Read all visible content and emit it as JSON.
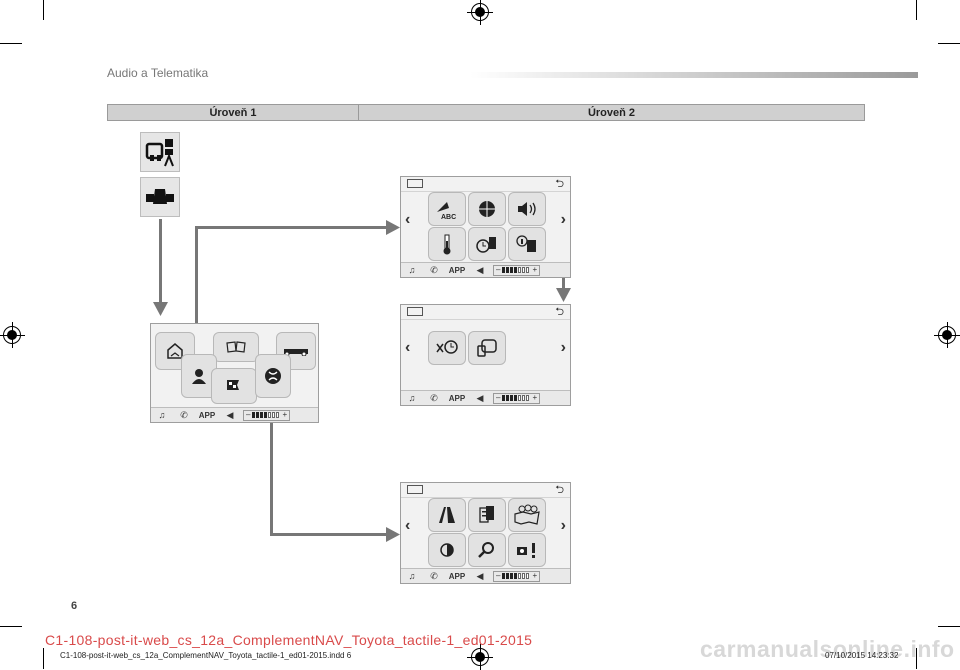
{
  "header": {
    "section_title": "Audio a Telematika",
    "page_number": "6"
  },
  "table": {
    "col1": "Úroveň 1",
    "col2": "Úroveň 2"
  },
  "screen_bar": {
    "app": "APP",
    "minus": "–",
    "plus": "+",
    "back": "⮌"
  },
  "footer": {
    "job_line": "C1-108-post-it-web_cs_12a_ComplementNAV_Toyota_tactile-1_ed01-2015",
    "file_line": "C1-108-post-it-web_cs_12a_ComplementNAV_Toyota_tactile-1_ed01-2015.indd   6",
    "timestamp": "07/10/2015   14:23:32",
    "watermark": "carmanualsonline.info"
  },
  "icons": {
    "level1_top": "vehicle-settings-icon",
    "level1_bottom": "vehicle-seat-icon",
    "screen_a": [
      "voice-abc-icon",
      "globe-icon",
      "speaker-icon",
      "temperature-icon",
      "clock-icon",
      "info-icon"
    ],
    "screen_b": [
      "clock-reset-icon",
      "display-icon"
    ],
    "screen_c": [
      "route-icon",
      "poi-icon",
      "map-icon",
      "brightness-icon",
      "search-icon",
      "warning-icon"
    ],
    "main": [
      "home-icon",
      "book-icon",
      "car-icon",
      "contact-icon",
      "flag-icon",
      "globe-icon"
    ]
  }
}
